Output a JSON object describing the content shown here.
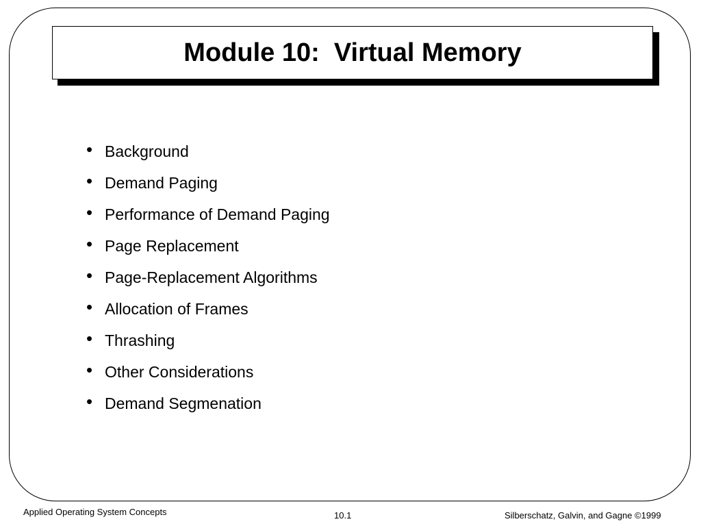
{
  "slide": {
    "title": "Module 10:  Virtual Memory",
    "bullets": [
      "Background",
      "Demand Paging",
      "Performance of Demand Paging",
      "Page Replacement",
      "Page-Replacement Algorithms",
      "Allocation of Frames",
      "Thrashing",
      "Other Considerations",
      "Demand Segmenation"
    ],
    "bullet_glyph": "•"
  },
  "footer": {
    "left": "Applied Operating System Concepts",
    "center": "10.1",
    "right": "Silberschatz, Galvin, and Gagne ©1999"
  }
}
